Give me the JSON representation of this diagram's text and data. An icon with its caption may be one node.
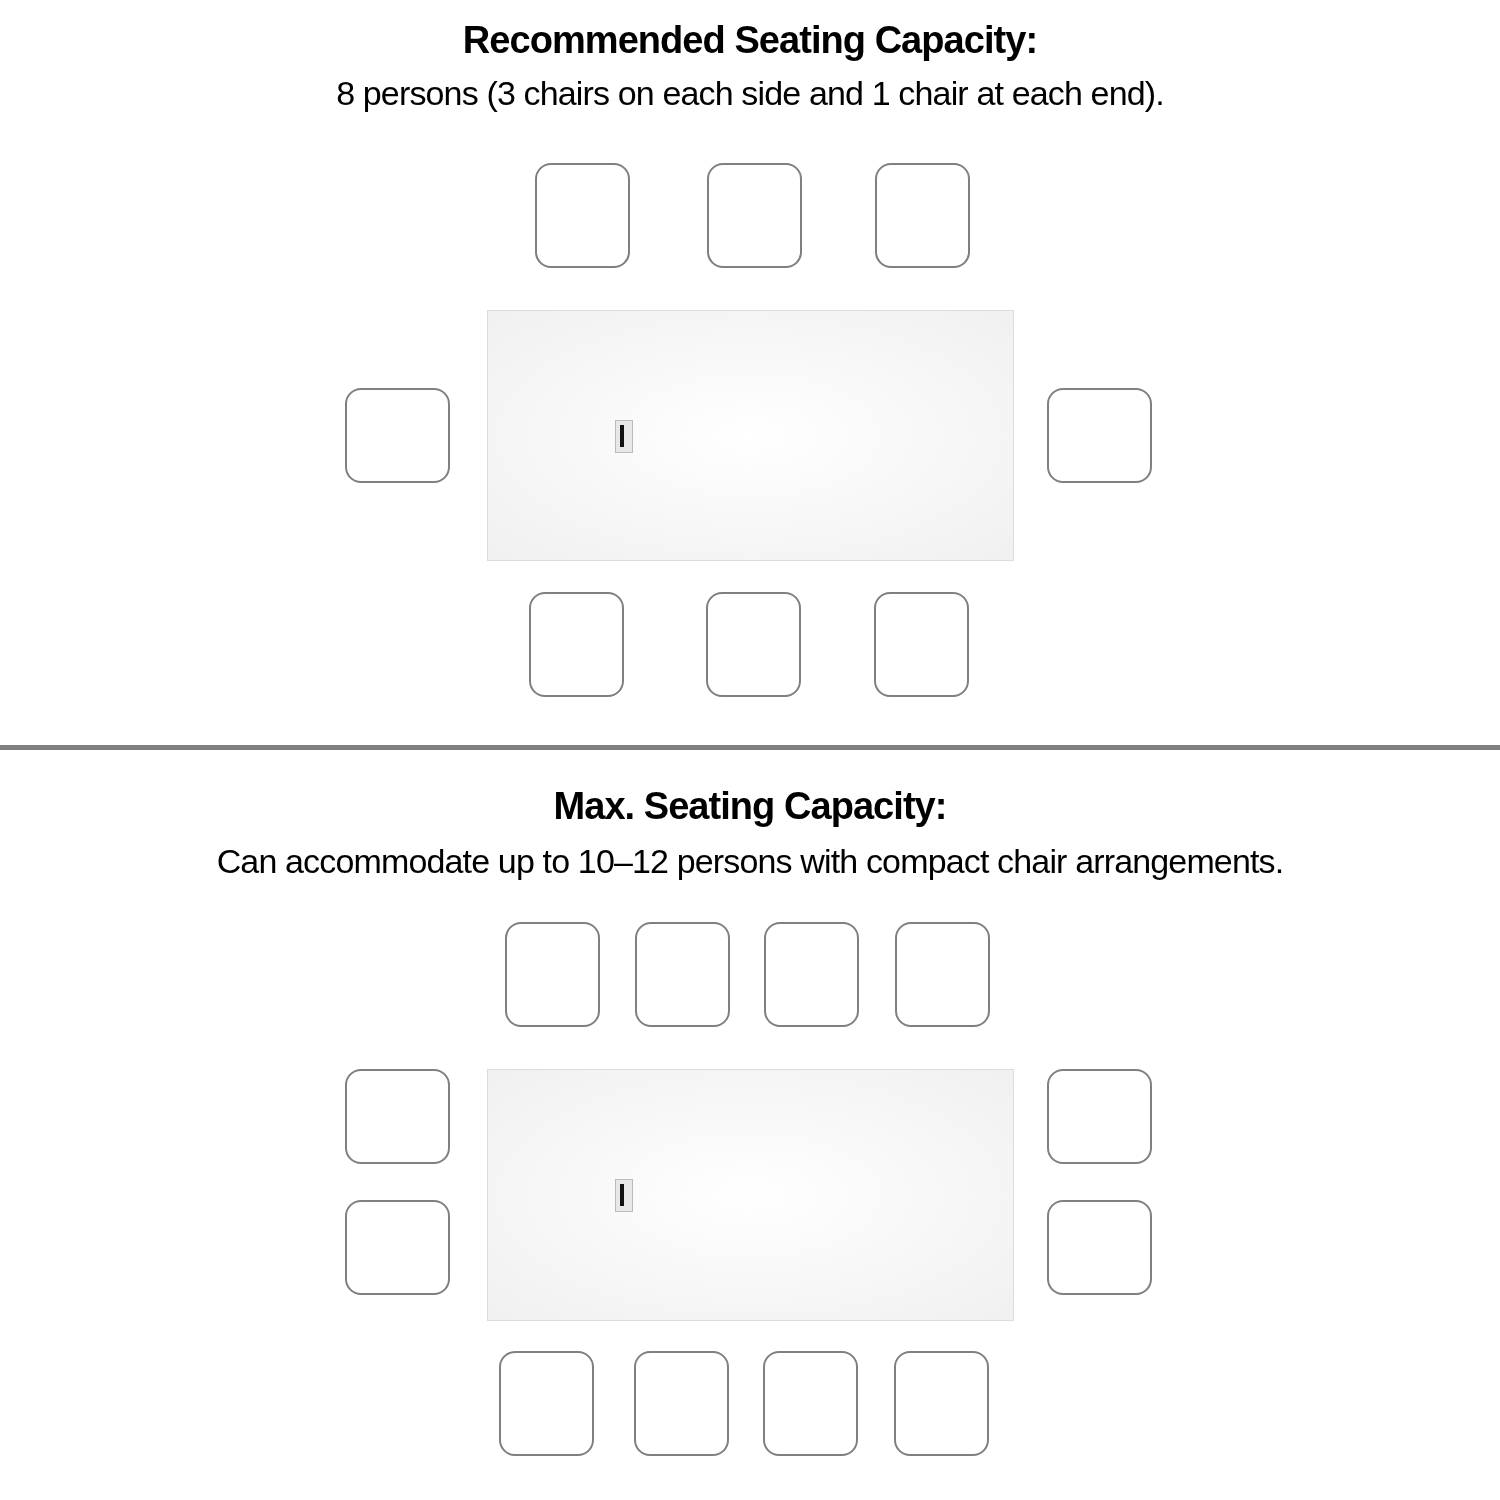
{
  "diagram": {
    "nodes": [
      {
        "text": [],
        "shape": "box"
      },
      {
        "text": [],
        "shape": "box"
      },
      {
        "text": [],
        "shape": "box"
      },
      {
        "text": [],
        "shape": "box"
      },
      {
        "text": [],
        "shape": "box"
      },
      {
        "text": [],
        "shape": "box"
      },
      {
        "text": [],
        "shape": "box"
      },
      {
        "text": [],
        "shape": "box"
      },
      {
        "text": [],
        "shape": "box"
      },
      {
        "text": [],
        "shape": "box"
      },
      {
        "text": [],
        "shape": "box"
      },
      {
        "text": [],
        "shape": "box"
      },
      {
        "text": [],
        "shape": "box"
      },
      {
        "text": [],
        "shape": "box"
      },
      {
        "text": [],
        "shape": "box"
      },
      {
        "text": [],
        "shape": "box"
      },
      {
        "text": [],
        "shape": "box"
      },
      {
        "text": [],
        "shape": "box"
      },
      {
        "text": [],
        "shape": "box"
      },
      {
        "text": [],
        "shape": "box"
      },
      {
        "text": [],
        "shape": "box"
      },
      {
        "text": [],
        "shape": "box"
      }
    ],
    "labels": [
      "Recommended Seating Capacity:",
      "8 persons (3 chairs on each side and 1 chair at each end).",
      "Max. Seating Capacity:",
      "Can accommodate up to 10–12 persons with compact chair arrangements."
    ]
  }
}
